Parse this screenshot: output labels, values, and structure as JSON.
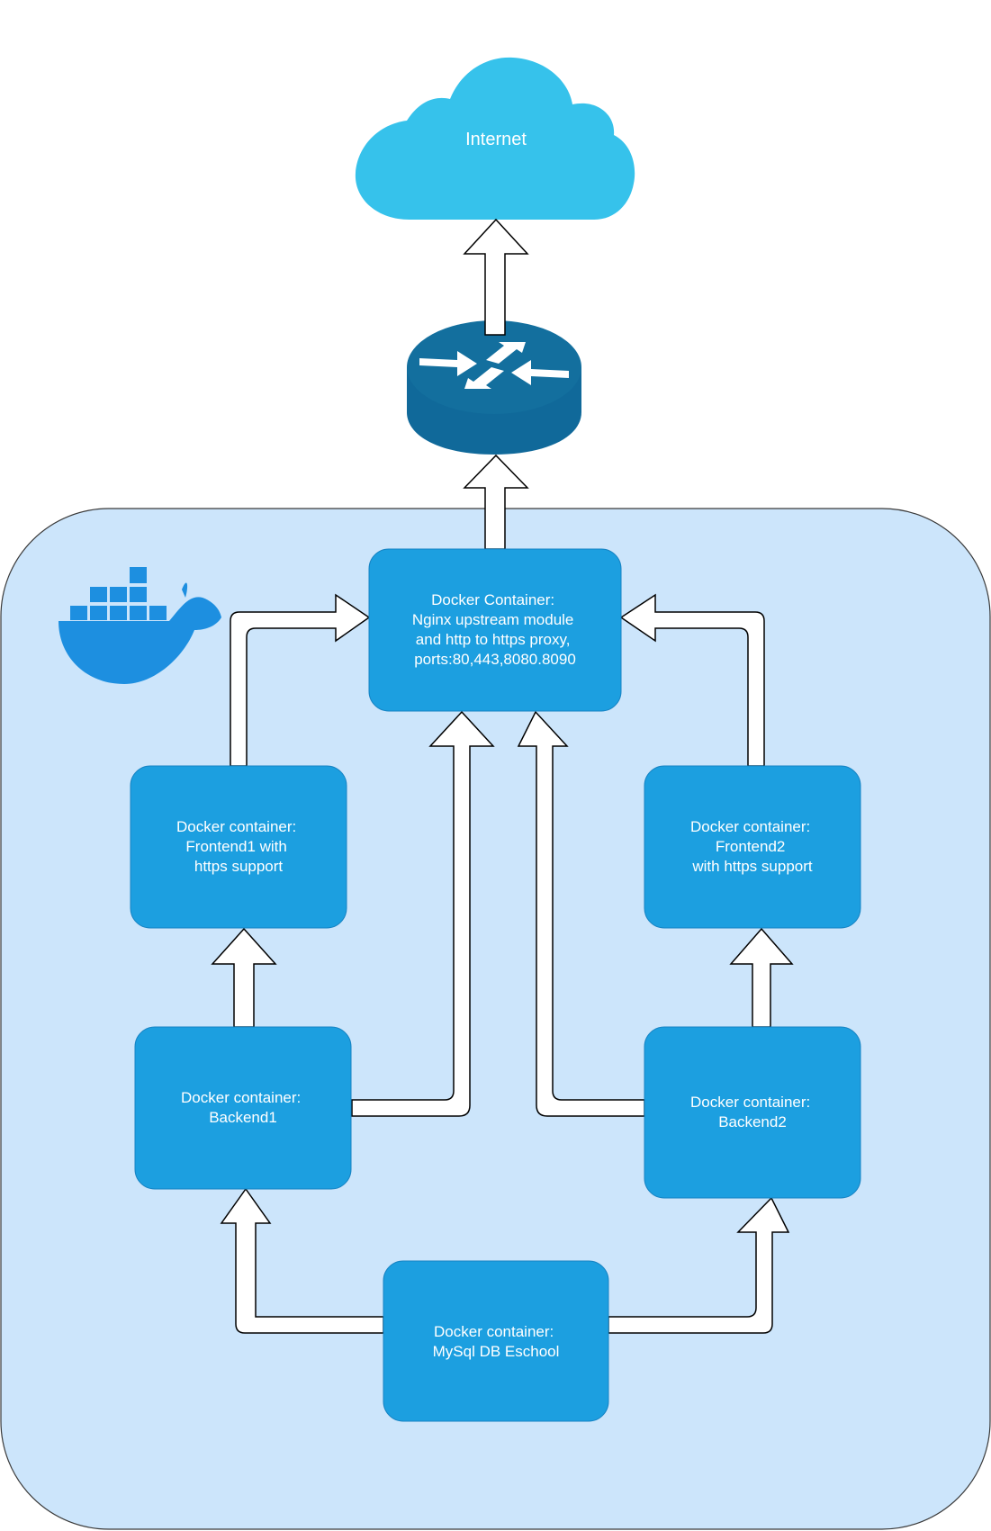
{
  "colors": {
    "cloud": "#36c2eb",
    "router_top": "#136f9e",
    "router_body": "#10699a",
    "node_fill": "#1c9fe0",
    "node_stroke": "#1683c3",
    "host_fill": "#cce5fb",
    "host_stroke": "#3a3a3a",
    "docker_logo": "#1d8fe0",
    "arrow_fill": "#ffffff",
    "arrow_stroke": "#000000"
  },
  "diagram": {
    "internet_label": "Internet",
    "router_icon": "router-icon",
    "docker_icon": "docker-whale-icon",
    "nodes": {
      "nginx": [
        "Docker Container:",
        "Nginx upstream module",
        "and http to https proxy,",
        "ports:80,443,8080.8090"
      ],
      "frontend1": [
        "Docker container:",
        "Frontend1 with",
        "https support"
      ],
      "frontend2": [
        "Docker container:",
        "Frontend2",
        "with https support"
      ],
      "backend1": [
        "Docker container:",
        "Backend1"
      ],
      "backend2": [
        "Docker container:",
        "Backend2"
      ],
      "mysql": [
        "Docker container:",
        "MySql DB Eschool"
      ]
    }
  }
}
